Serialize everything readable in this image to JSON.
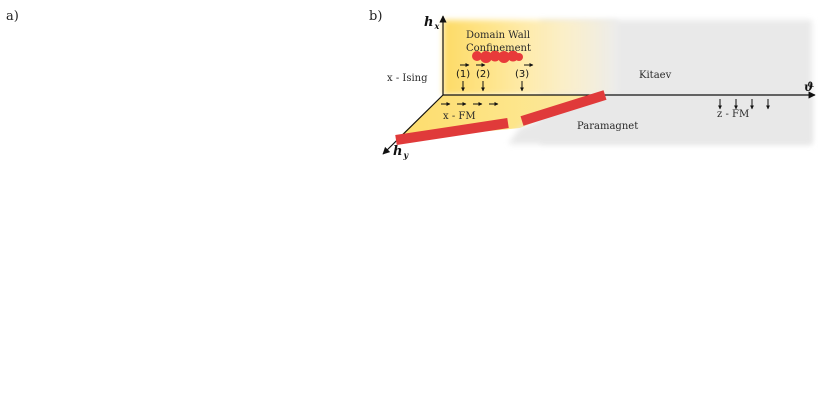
{
  "panels": {
    "a": "a)",
    "b": "b)"
  },
  "axes": {
    "hx_main": "h",
    "hx_sub": "x",
    "hy_main": "h",
    "hy_sub": "y",
    "theta": "ϑ"
  },
  "regions": {
    "domain_wall_line1": "Domain Wall",
    "domain_wall_line2": "Confinement",
    "x_ising": "x - Ising",
    "kitaev": "Kitaev",
    "x_fm": "x - FM",
    "paramagnet": "Paramagnet",
    "z_fm": "z - FM"
  },
  "markers": [
    "(1)",
    "(2)",
    "(3)"
  ],
  "colors": {
    "yellow": "#fde27a",
    "grey": "#e8e8e8",
    "red": "#e03a3a",
    "axis": "#111111"
  }
}
